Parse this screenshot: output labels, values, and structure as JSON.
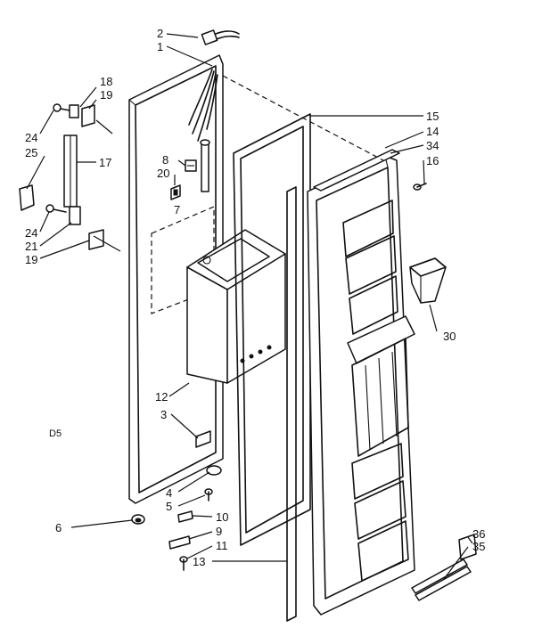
{
  "diagram": {
    "code": "D5",
    "callouts": [
      {
        "id": "c1",
        "text": "1"
      },
      {
        "id": "c2",
        "text": "2"
      },
      {
        "id": "c3",
        "text": "3"
      },
      {
        "id": "c4",
        "text": "4"
      },
      {
        "id": "c5",
        "text": "5"
      },
      {
        "id": "c6",
        "text": "6"
      },
      {
        "id": "c7",
        "text": "7"
      },
      {
        "id": "c8",
        "text": "8"
      },
      {
        "id": "c9",
        "text": "9"
      },
      {
        "id": "c10",
        "text": "10"
      },
      {
        "id": "c11",
        "text": "11"
      },
      {
        "id": "c12",
        "text": "12"
      },
      {
        "id": "c13",
        "text": "13"
      },
      {
        "id": "c14",
        "text": "14"
      },
      {
        "id": "c15",
        "text": "15"
      },
      {
        "id": "c16",
        "text": "16"
      },
      {
        "id": "c17",
        "text": "17"
      },
      {
        "id": "c18",
        "text": "18"
      },
      {
        "id": "c19a",
        "text": "19"
      },
      {
        "id": "c19b",
        "text": "19"
      },
      {
        "id": "c20",
        "text": "20"
      },
      {
        "id": "c21",
        "text": "21"
      },
      {
        "id": "c24a",
        "text": "24"
      },
      {
        "id": "c24b",
        "text": "24"
      },
      {
        "id": "c25",
        "text": "25"
      },
      {
        "id": "c30",
        "text": "30"
      },
      {
        "id": "c34",
        "text": "34"
      },
      {
        "id": "c35",
        "text": "35"
      },
      {
        "id": "c36",
        "text": "36"
      }
    ]
  }
}
